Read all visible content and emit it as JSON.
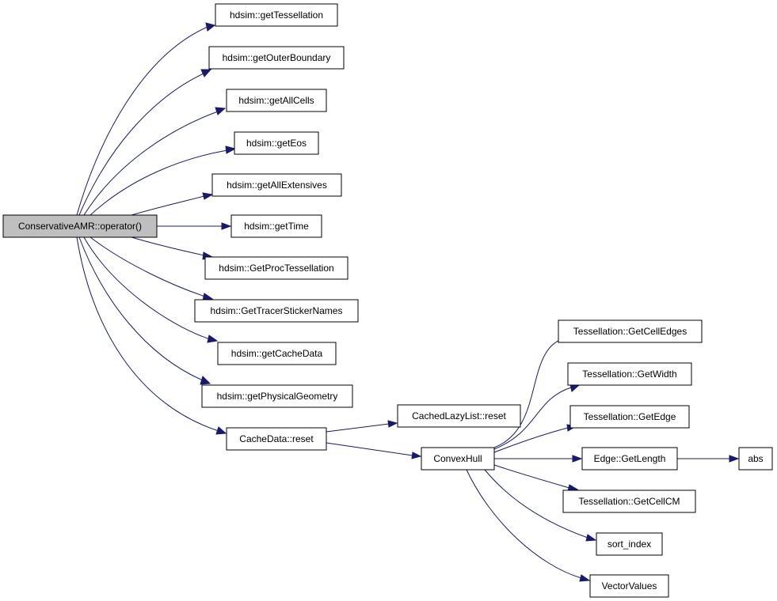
{
  "diagram": {
    "type": "call-graph",
    "colors": {
      "edge": "#191970",
      "root_fill": "#bfbfbf",
      "node_fill": "#ffffff",
      "border": "#000000"
    },
    "nodes": [
      {
        "id": "root",
        "label": "ConservativeAMR::operator()",
        "root": true
      },
      {
        "id": "getTessellation",
        "label": "hdsim::getTessellation"
      },
      {
        "id": "getOuterBoundary",
        "label": "hdsim::getOuterBoundary"
      },
      {
        "id": "getAllCells",
        "label": "hdsim::getAllCells"
      },
      {
        "id": "getEos",
        "label": "hdsim::getEos"
      },
      {
        "id": "getAllExtensives",
        "label": "hdsim::getAllExtensives"
      },
      {
        "id": "getTime",
        "label": "hdsim::getTime"
      },
      {
        "id": "GetProcTessellation",
        "label": "hdsim::GetProcTessellation"
      },
      {
        "id": "GetTracerStickerNames",
        "label": "hdsim::GetTracerStickerNames"
      },
      {
        "id": "getCacheData",
        "label": "hdsim::getCacheData"
      },
      {
        "id": "getPhysicalGeometry",
        "label": "hdsim::getPhysicalGeometry"
      },
      {
        "id": "CacheDataReset",
        "label": "CacheData::reset"
      },
      {
        "id": "CachedLazyListReset",
        "label": "CachedLazyList::reset"
      },
      {
        "id": "ConvexHull",
        "label": "ConvexHull"
      },
      {
        "id": "GetCellEdges",
        "label": "Tessellation::GetCellEdges"
      },
      {
        "id": "GetWidth",
        "label": "Tessellation::GetWidth"
      },
      {
        "id": "GetEdge",
        "label": "Tessellation::GetEdge"
      },
      {
        "id": "GetLength",
        "label": "Edge::GetLength"
      },
      {
        "id": "abs",
        "label": "abs"
      },
      {
        "id": "GetCellCM",
        "label": "Tessellation::GetCellCM"
      },
      {
        "id": "sort_index",
        "label": "sort_index"
      },
      {
        "id": "VectorValues",
        "label": "VectorValues"
      }
    ],
    "edges": [
      {
        "from": "root",
        "to": "getTessellation"
      },
      {
        "from": "root",
        "to": "getOuterBoundary"
      },
      {
        "from": "root",
        "to": "getAllCells"
      },
      {
        "from": "root",
        "to": "getEos"
      },
      {
        "from": "root",
        "to": "getAllExtensives"
      },
      {
        "from": "root",
        "to": "getTime"
      },
      {
        "from": "root",
        "to": "GetProcTessellation"
      },
      {
        "from": "root",
        "to": "GetTracerStickerNames"
      },
      {
        "from": "root",
        "to": "getCacheData"
      },
      {
        "from": "root",
        "to": "getPhysicalGeometry"
      },
      {
        "from": "root",
        "to": "CacheDataReset"
      },
      {
        "from": "CacheDataReset",
        "to": "CachedLazyListReset"
      },
      {
        "from": "CacheDataReset",
        "to": "ConvexHull"
      },
      {
        "from": "ConvexHull",
        "to": "GetCellEdges"
      },
      {
        "from": "ConvexHull",
        "to": "GetWidth"
      },
      {
        "from": "ConvexHull",
        "to": "GetEdge"
      },
      {
        "from": "ConvexHull",
        "to": "GetLength"
      },
      {
        "from": "ConvexHull",
        "to": "GetCellCM"
      },
      {
        "from": "ConvexHull",
        "to": "sort_index"
      },
      {
        "from": "ConvexHull",
        "to": "VectorValues"
      },
      {
        "from": "GetLength",
        "to": "abs"
      }
    ]
  }
}
